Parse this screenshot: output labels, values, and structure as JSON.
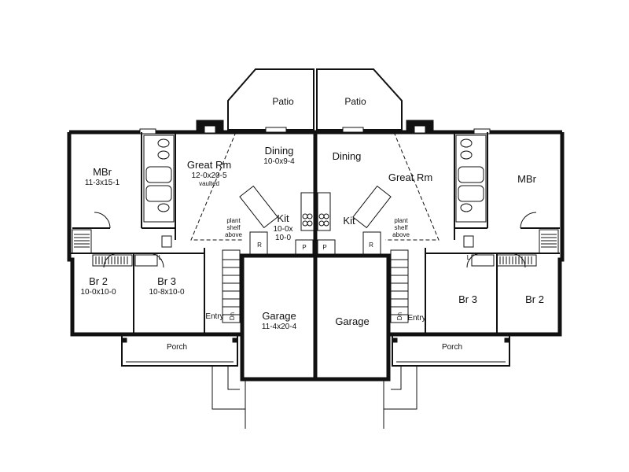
{
  "left_unit": {
    "patio": "Patio",
    "dining": {
      "name": "Dining",
      "size": "10-0x9-4"
    },
    "great_room": {
      "name": "Great Rm",
      "size": "12-0x20-5",
      "note": "vaulted"
    },
    "master_bedroom": {
      "name": "MBr",
      "size": "11-3x15-1"
    },
    "kitchen": {
      "name": "Kit",
      "size_line1": "10-0x",
      "size_line2": "10-0"
    },
    "plant_shelf": [
      "plant",
      "shelf",
      "above"
    ],
    "bedroom_2": {
      "name": "Br 2",
      "size": "10-0x10-0"
    },
    "bedroom_3": {
      "name": "Br 3",
      "size": "10-8x10-0"
    },
    "garage": {
      "name": "Garage",
      "size": "11-4x20-4"
    },
    "entry": "Entry",
    "porch": "Porch",
    "refrigerator": "R",
    "pantry": "P",
    "linen": "L",
    "stair_down": "Dn"
  },
  "right_unit": {
    "patio": "Patio",
    "dining": {
      "name": "Dining"
    },
    "great_room": {
      "name": "Great Rm"
    },
    "master_bedroom": {
      "name": "MBr"
    },
    "kitchen": {
      "name": "Kit"
    },
    "plant_shelf": [
      "plant",
      "shelf",
      "above"
    ],
    "bedroom_2": {
      "name": "Br 2"
    },
    "bedroom_3": {
      "name": "Br 3"
    },
    "garage": {
      "name": "Garage"
    },
    "entry": "Entry",
    "porch": "Porch",
    "refrigerator": "R",
    "pantry": "P",
    "linen": "L",
    "stair_down": "Dn"
  }
}
